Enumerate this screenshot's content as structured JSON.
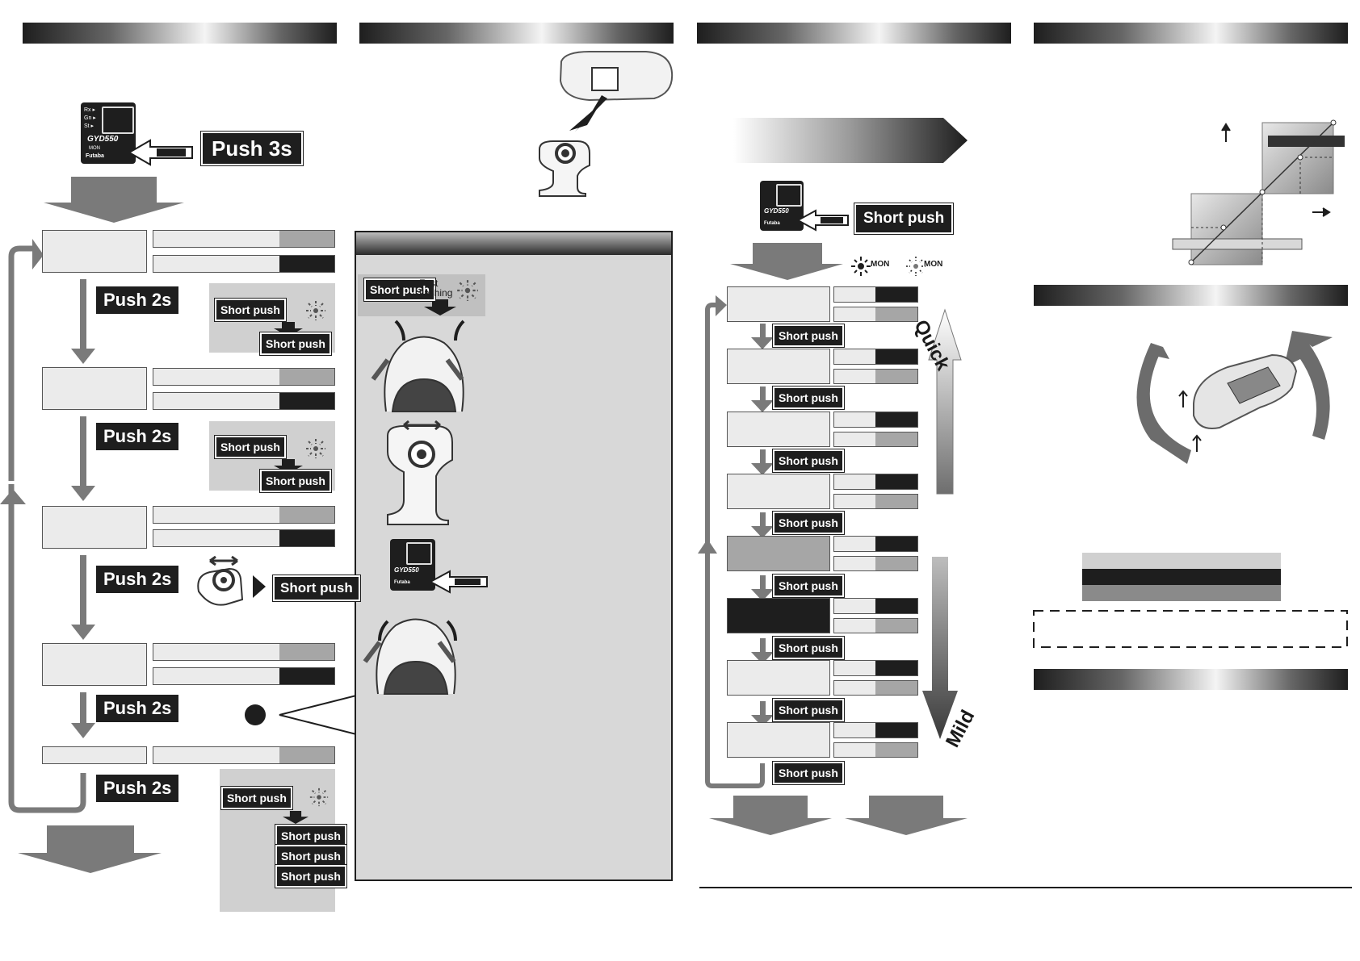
{
  "labels": {
    "push_3s": "Push 3s",
    "push_2s": "Push 2s",
    "short_push": "Short push",
    "fast_flashing": "Fast\nflashing",
    "mon": "MON",
    "quick": "Quick",
    "mild": "Mild"
  },
  "device": {
    "model": "GYD550",
    "brand": "Futaba",
    "mon": "MON",
    "ports": [
      "Rx ▸",
      "Gn ▸",
      "St ▸"
    ]
  },
  "colors": {
    "dark": "#1e1e1e",
    "mid_gray": "#a6a6a6",
    "light_gray": "#ebebeb",
    "panel_gray": "#d0d0d0",
    "arrow_gray": "#7a7a7a"
  }
}
